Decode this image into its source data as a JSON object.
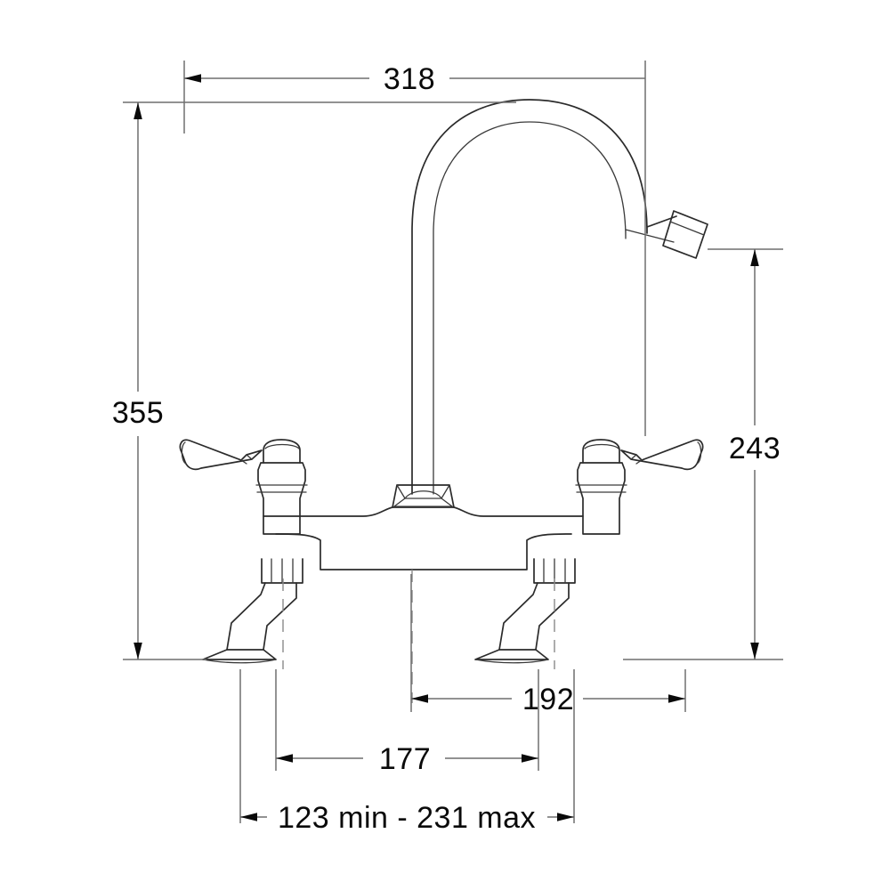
{
  "drawing": {
    "type": "technical-dimension-drawing",
    "subject": "bridge-mounted gooseneck kitchen mixer tap",
    "units": "mm",
    "background_color": "#ffffff",
    "line_color": "#2b2b2b",
    "dimension_color": "#6f6f6f",
    "text_color": "#0a0a0a"
  },
  "dimensions": {
    "overall_width": {
      "label": "318",
      "orientation": "horizontal",
      "position": "top"
    },
    "overall_height": {
      "label": "355",
      "orientation": "vertical",
      "position": "left"
    },
    "spout_height": {
      "label": "243",
      "orientation": "vertical",
      "position": "right"
    },
    "spout_reach": {
      "label": "192",
      "orientation": "horizontal",
      "position": "bottom-upper"
    },
    "handle_centres": {
      "label": "177",
      "orientation": "horizontal",
      "position": "bottom-middle"
    },
    "adjustable_centres": {
      "label": "123 min - 231 max",
      "orientation": "horizontal",
      "position": "bottom-lower"
    }
  },
  "chart_data": {
    "type": "table",
    "title": "",
    "categories": [
      "318",
      "355",
      "243",
      "192",
      "177",
      "123 min - 231 max"
    ],
    "values": [
      318,
      355,
      243,
      192,
      177,
      null
    ]
  }
}
